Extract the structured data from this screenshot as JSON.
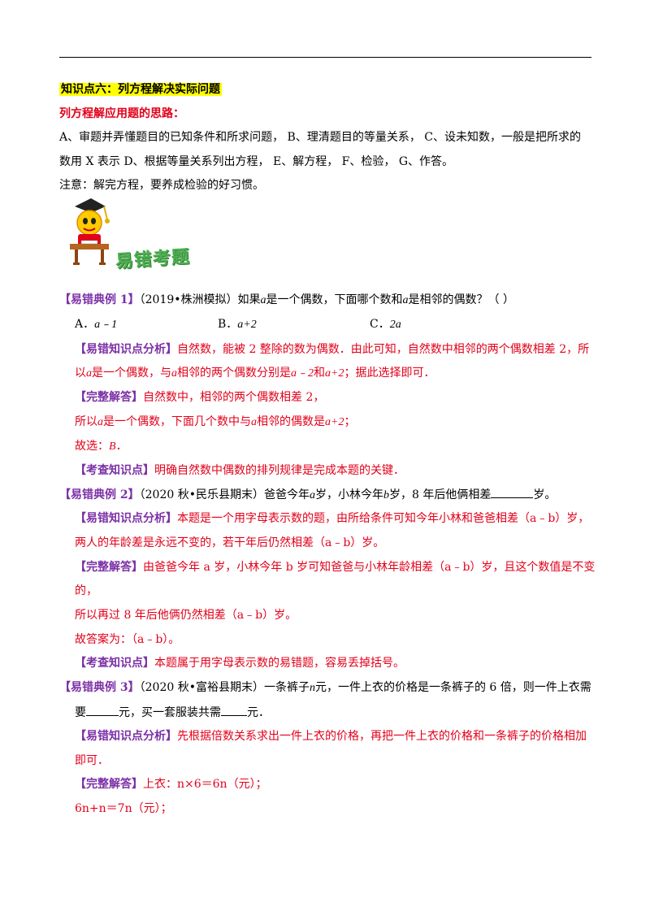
{
  "section_title": "知识点六：列方程解决实际问题",
  "approach_title": "列方程解应用题的思路：",
  "steps": {
    "line1": "A、审题并弄懂题目的已知条件和所求问题， B、理清题目的等量关系， C、设未知数，一般是把所求的",
    "line2": "数用 X 表示 D、根据等量关系列出方程， E、解方程， F、检验， G、作答。"
  },
  "note": "注意：解完方程，要养成检验的好习惯。",
  "banner_text": "易错考题",
  "ex1": {
    "tag": "【易错典例 1】",
    "q_pre": "（2019•株洲模拟）如果",
    "a": "a",
    "q_mid": "是一个偶数，下面哪个数和",
    "q_post": "是相邻的偶数？（        ）",
    "opt_a": "A．",
    "opt_a_val": "a﹣1",
    "opt_b": "B．",
    "opt_b_val": "a+2",
    "opt_c": "C．",
    "opt_c_val": "2a",
    "analysis_tag": "【易错知识点分析】",
    "analysis_1": "自然数，能被 2 整除的数为偶数．由此可知，自然数中相邻的两个偶数相差 2，所",
    "analysis_2a": "以",
    "analysis_2b": "是一个偶数，与",
    "analysis_2c": "相邻的两个偶数分别是",
    "analysis_2d": "a﹣2",
    "analysis_2e": "和",
    "analysis_2f": "a+2",
    "analysis_2g": "；据此选择即可．",
    "answer_tag": "【完整解答】",
    "answer_1": "自然数中，相邻的两个偶数相差 2，",
    "answer_2a": "所以",
    "answer_2b": "是一个偶数，下面几个数中与",
    "answer_2c": "相邻的偶数是",
    "answer_2d": "a+2",
    "answer_2e": "；",
    "answer_3a": "故选：",
    "answer_3b": "B",
    "answer_3c": "．",
    "point_tag": "【考查知识点】",
    "point": "明确自然数中偶数的排列规律是完成本题的关键．"
  },
  "ex2": {
    "tag": "【易错典例 2】",
    "q_pre": "（2020 秋•民乐县期末）爸爸今年",
    "q_a": "a",
    "q_mid": "岁，小林今年",
    "q_b": "b",
    "q_post1": "岁，8 年后他俩相差",
    "q_post2": "岁。",
    "analysis_tag": "【易错知识点分析】",
    "analysis_1": "本题是一个用字母表示数的题，由所给条件可知今年小林和爸爸相差（a﹣b）岁，",
    "analysis_2": "两人的年龄差是永远不变的，若干年后仍然相差（a﹣b）岁。",
    "answer_tag": "【完整解答】",
    "answer_1": "由爸爸今年 a 岁，小林今年 b 岁可知爸爸与小林年龄相差（a﹣b）岁，且这个数值是不变",
    "answer_2": "的，",
    "answer_3": "所以再过 8 年后他俩仍然相差（a﹣b）岁。",
    "answer_4": "故答案为：（a﹣b）。",
    "point_tag": "【考查知识点】",
    "point": "本题属于用字母表示数的易错题，容易丢掉括号。"
  },
  "ex3": {
    "tag": "【易错典例 3】",
    "q_pre": "（2020 秋•富裕县期末）一条裤子",
    "q_n": "n",
    "q_mid": "元，一件上衣的价格是一条裤子的 6 倍，则一件上衣需",
    "q2_pre": "要",
    "q2_mid": "元，买一套服装共需",
    "q2_post": "元．",
    "analysis_tag": "【易错知识点分析】",
    "analysis_1": "先根据倍数关系求出一件上衣的价格，再把一件上衣的价格和一条裤子的价格相加",
    "analysis_2": "即可．",
    "answer_tag": "【完整解答】",
    "answer_1": "上衣：n×6＝6n（元）；",
    "answer_2": "6n+n＝7n（元）；"
  }
}
